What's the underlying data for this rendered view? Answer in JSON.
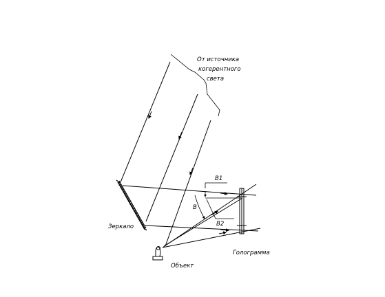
{
  "diagram": {
    "labels": {
      "source": [
        "От источника",
        "когерентного",
        "света"
      ],
      "b1": "B1",
      "b": "B",
      "b2": "B2",
      "mirror": "Зеркало",
      "hologram": "Голограмма",
      "object": "Объект"
    }
  }
}
